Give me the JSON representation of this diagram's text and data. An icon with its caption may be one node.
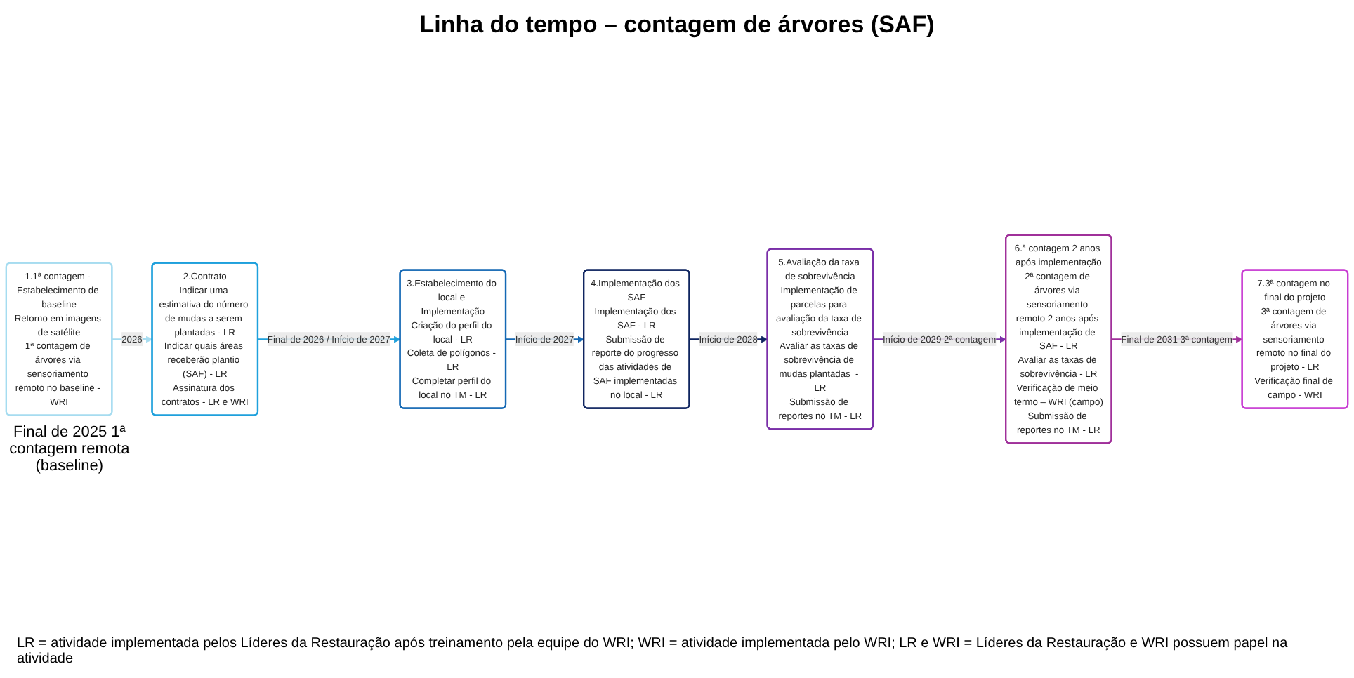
{
  "diagram": {
    "title": "Linha do tempo – contagem de árvores  (SAF)",
    "nodes": [
      {
        "text": [
          "1.1ª contagem - Estabelecimento de baseline",
          "Retorno em imagens de satélite",
          "1ª contagem de árvores via sensoriamento remoto no baseline - WRI"
        ],
        "beside": [
          "Final de 2025 1ª contagem remota (baseline)"
        ]
      },
      {
        "text": [
          "2.Contrato",
          "Indicar uma estimativa do número de mudas a serem plantadas - LR",
          "Indicar quais áreas receberão plantio (SAF) - LR",
          "Assinatura dos contratos - LR e WRI"
        ]
      },
      {
        "text": [
          "3.Estabelecimento do local e Implementação",
          "Criação do perfil do local - LR",
          "Coleta de polígonos - LR",
          "Completar perfil do local no TM - LR"
        ]
      },
      {
        "text": [
          "4.Implementação dos SAF",
          "Implementação dos SAF - LR",
          "Submissão de reporte do progresso das atividades de SAF implementadas no local - LR"
        ]
      },
      {
        "text": [
          "5.Avaliação da taxa de sobrevivência",
          "Implementação de parcelas para avaliação da taxa de sobrevivência",
          "Avaliar as taxas de sobrevivência de mudas plantadas  - LR",
          "Submissão de reportes no TM - LR"
        ]
      },
      {
        "text": [
          "6.ª contagem 2 anos após implementação",
          "2ª contagem de árvores via sensoriamento remoto 2 anos após implementação de SAF - LR",
          "Avaliar as taxas de sobrevivência - LR",
          "Verificação de meio termo – WRI (campo)",
          "Submissão de reportes no TM - LR"
        ]
      },
      {
        "text": [
          "7.3ª contagem no final do projeto",
          "3ª contagem de árvores via sensoriamento remoto no final do projeto - LR",
          "Verificação final de campo - WRI"
        ]
      }
    ],
    "edges": [
      {
        "from": 0,
        "to": 1,
        "arrow": "to",
        "label": "2026",
        "color": "#a6dcf0"
      },
      {
        "from": 1,
        "to": 2,
        "arrow": "to",
        "label": "Final de 2026 / Início de 2027",
        "color": "#1ea0dc"
      },
      {
        "from": 2,
        "to": 3,
        "arrow": "to",
        "label": "Início de 2027",
        "color": "#1468b4"
      },
      {
        "from": 3,
        "to": 4,
        "arrow": "to",
        "label": "Início de 2028",
        "color": "#0f2560"
      },
      {
        "from": 4,
        "to": 5,
        "arrow": "to",
        "label": "Início de 2029 2ª contagem",
        "color": "#7a2fa8"
      },
      {
        "from": 5,
        "to": 6,
        "arrow": "to",
        "label": "Final de 2031 3ª contagem",
        "color": "#a0309a"
      }
    ],
    "labels": [
      "LR = atividade implementada pelos Líderes da Restauração após treinamento pela equipe do WRI; WRI = atividade implementada pelo WRI; LR e WRI = Líderes da Restauração e WRI possuem papel na atividade"
    ]
  }
}
